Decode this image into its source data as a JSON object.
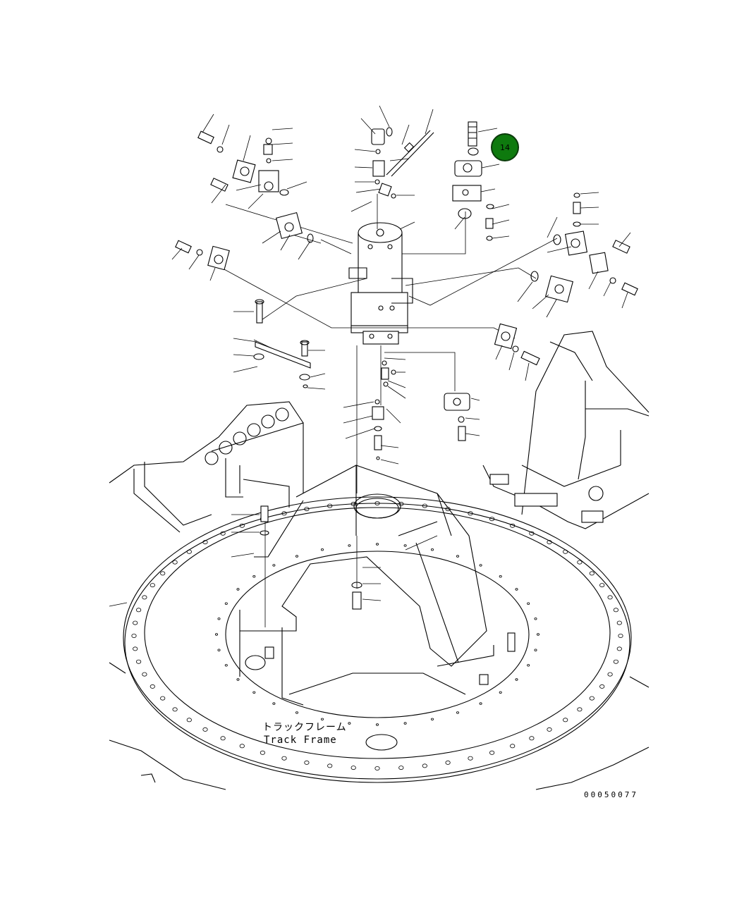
{
  "diagram": {
    "label_jp": "トラックフレーム",
    "label_en": "Track Frame",
    "drawing_number": "00050077"
  },
  "callout": {
    "number": "14",
    "color": "#0e7a0e",
    "text_color": "#ffffff"
  }
}
